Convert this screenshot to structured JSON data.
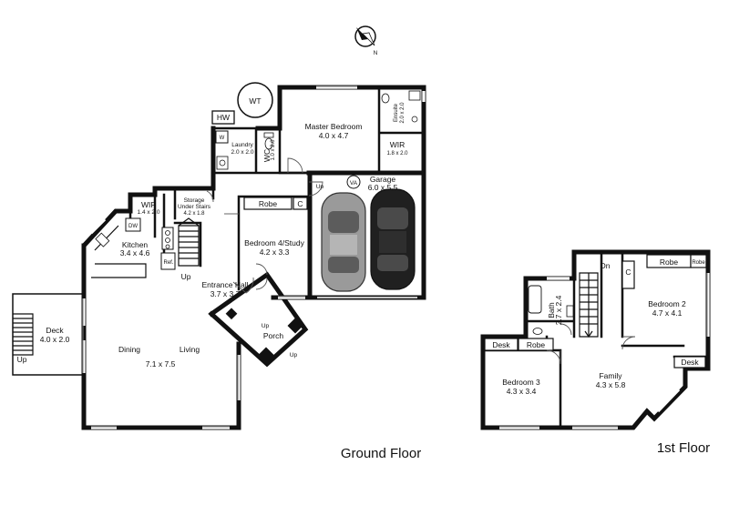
{
  "compass": {
    "label": "N"
  },
  "floors": {
    "ground": "Ground Floor",
    "first": "1st Floor"
  },
  "rooms": {
    "wt": {
      "name": "WT"
    },
    "hw": {
      "name": "HW"
    },
    "w": {
      "name": "W"
    },
    "laundry": {
      "name": "Laundry",
      "dim": "2.0 x 2.0"
    },
    "wc": {
      "name": "WC",
      "dim": "1.0 x 2.0"
    },
    "master": {
      "name": "Master Bedroom",
      "dim": "4.0 x 4.7"
    },
    "ensuite": {
      "name": "Ensuite",
      "dim": "2.0 x 2.0"
    },
    "wir": {
      "name": "WIR",
      "dim": "1.8 x 2.0"
    },
    "garage": {
      "name": "Garage",
      "dim": "6.0 x 5.5"
    },
    "va": {
      "name": "VA"
    },
    "wip": {
      "name": "WIP",
      "dim": "1.4 x 2.0"
    },
    "storage": {
      "name_line1": "Storage",
      "name_line2": "Under Stairs",
      "dim": "4.2 x 1.8"
    },
    "dw": {
      "name": "DW"
    },
    "kitchen": {
      "name": "Kitchen",
      "dim": "3.4 x 4.6"
    },
    "ref": {
      "name": "Ref."
    },
    "bed4": {
      "name": "Bedroom 4/Study",
      "dim": "4.2 x 3.3"
    },
    "robe_bed4": {
      "name": "Robe"
    },
    "c_bed4": {
      "name": "C"
    },
    "entrance": {
      "name": "Entrance Hall",
      "dim": "3.7 x 3.7"
    },
    "porch": {
      "name": "Porch"
    },
    "deck": {
      "name": "Deck",
      "dim": "4.0 x 2.0"
    },
    "dining": {
      "name": "Dining"
    },
    "living": {
      "name": "Living"
    },
    "dining_living_dim": "7.1 x 7.5",
    "bath": {
      "name": "Bath",
      "dim": "2.7 x 2.4"
    },
    "bed2": {
      "name": "Bedroom 2",
      "dim": "4.7 x 4.1"
    },
    "robe_bed2a": {
      "name": "Robe"
    },
    "robe_bed2b": {
      "name": "Robe"
    },
    "c_first": {
      "name": "C"
    },
    "desk1": {
      "name": "Desk"
    },
    "desk2": {
      "name": "Desk"
    },
    "robe_bed3": {
      "name": "Robe"
    },
    "bed3": {
      "name": "Bedroom 3",
      "dim": "4.3 x 3.4"
    },
    "family": {
      "name": "Family",
      "dim": "4.3 x 5.8"
    }
  },
  "stairs": {
    "up_main": "Up",
    "up_deck": "Up",
    "up_garage": "Up",
    "up_porch1": "Up",
    "up_porch2": "Up",
    "dn_first": "Dn"
  }
}
